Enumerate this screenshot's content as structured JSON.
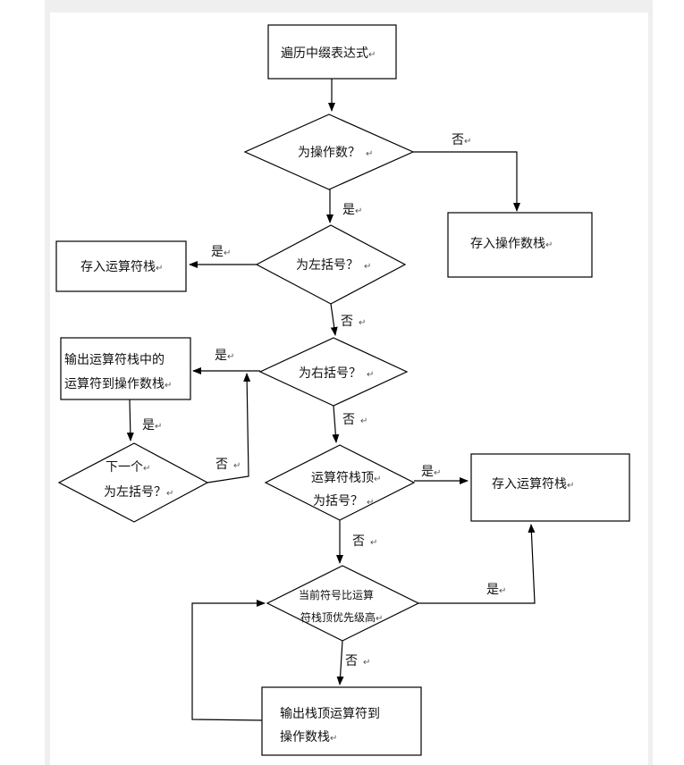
{
  "nodes": {
    "start": {
      "lines": [
        "遍历中缀表达式"
      ],
      "mark": "↵"
    },
    "d_operand": {
      "lines": [
        "为操作数？"
      ],
      "mark": "↵"
    },
    "push_operand": {
      "lines": [
        "存入操作数栈"
      ],
      "mark": "↵"
    },
    "d_left": {
      "lines": [
        "为左括号？"
      ],
      "mark": "↵"
    },
    "push_op_1": {
      "lines": [
        "存入运算符栈"
      ],
      "mark": "↵"
    },
    "d_right": {
      "lines": [
        "为右括号？"
      ],
      "mark": "↵"
    },
    "out_until": {
      "lines": [
        "输出运算符栈中的",
        "运算符到操作数栈"
      ],
      "mark": "↵"
    },
    "d_next_left": {
      "lines": [
        "下一个",
        "为左括号？"
      ],
      "mark": "↵"
    },
    "d_top_bracket": {
      "lines": [
        "运算符栈顶",
        "为括号？"
      ],
      "mark": "↵"
    },
    "push_op_2": {
      "lines": [
        "存入运算符栈"
      ],
      "mark": "↵"
    },
    "d_priority": {
      "lines": [
        "当前符号比运算",
        "符栈顶优先级高"
      ],
      "mark": "↵"
    },
    "out_top": {
      "lines": [
        "输出栈顶运算符到",
        "操作数栈"
      ],
      "mark": "↵"
    }
  },
  "edge_labels": {
    "no": "否",
    "yes": "是",
    "mark": "↵"
  }
}
